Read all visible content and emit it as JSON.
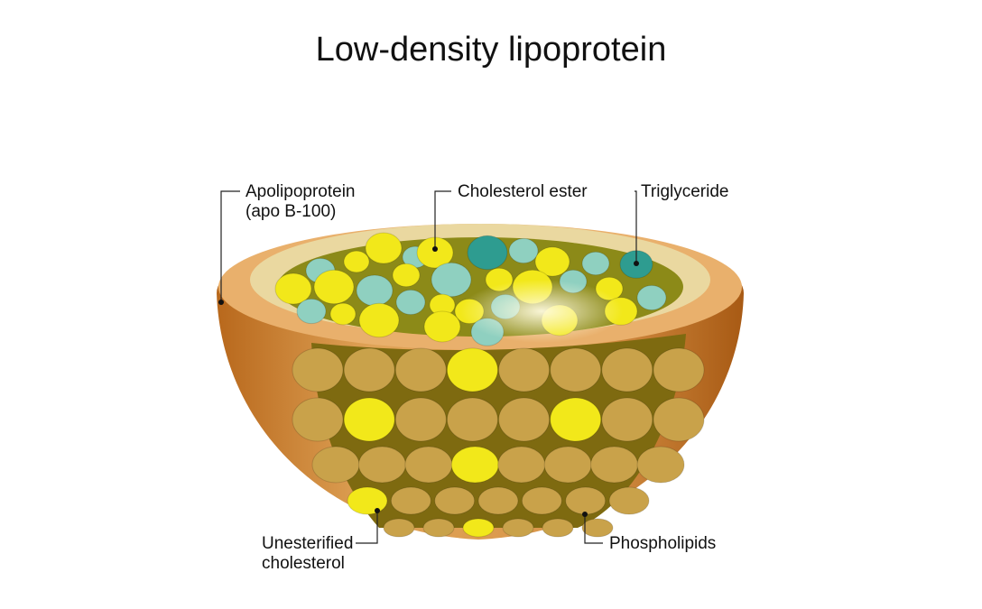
{
  "title": "Low-density lipoprotein",
  "labels": {
    "apolipoprotein": [
      "Apolipoprotein",
      "(apo B-100)"
    ],
    "cholesterol_ester": "Cholesterol ester",
    "triglyceride": "Triglyceride",
    "unesterified_cholesterol": [
      "Unesterified",
      "cholesterol"
    ],
    "phospholipids": "Phospholipids"
  },
  "colors": {
    "shell": "#c9822e",
    "rim": "#e8b070",
    "core": "#8a7a10",
    "cholesterol": "#f2e81a",
    "triglyceride": "#2e9c90",
    "ester": "#8fd0c0",
    "phospholipid": "#c9a24a"
  }
}
